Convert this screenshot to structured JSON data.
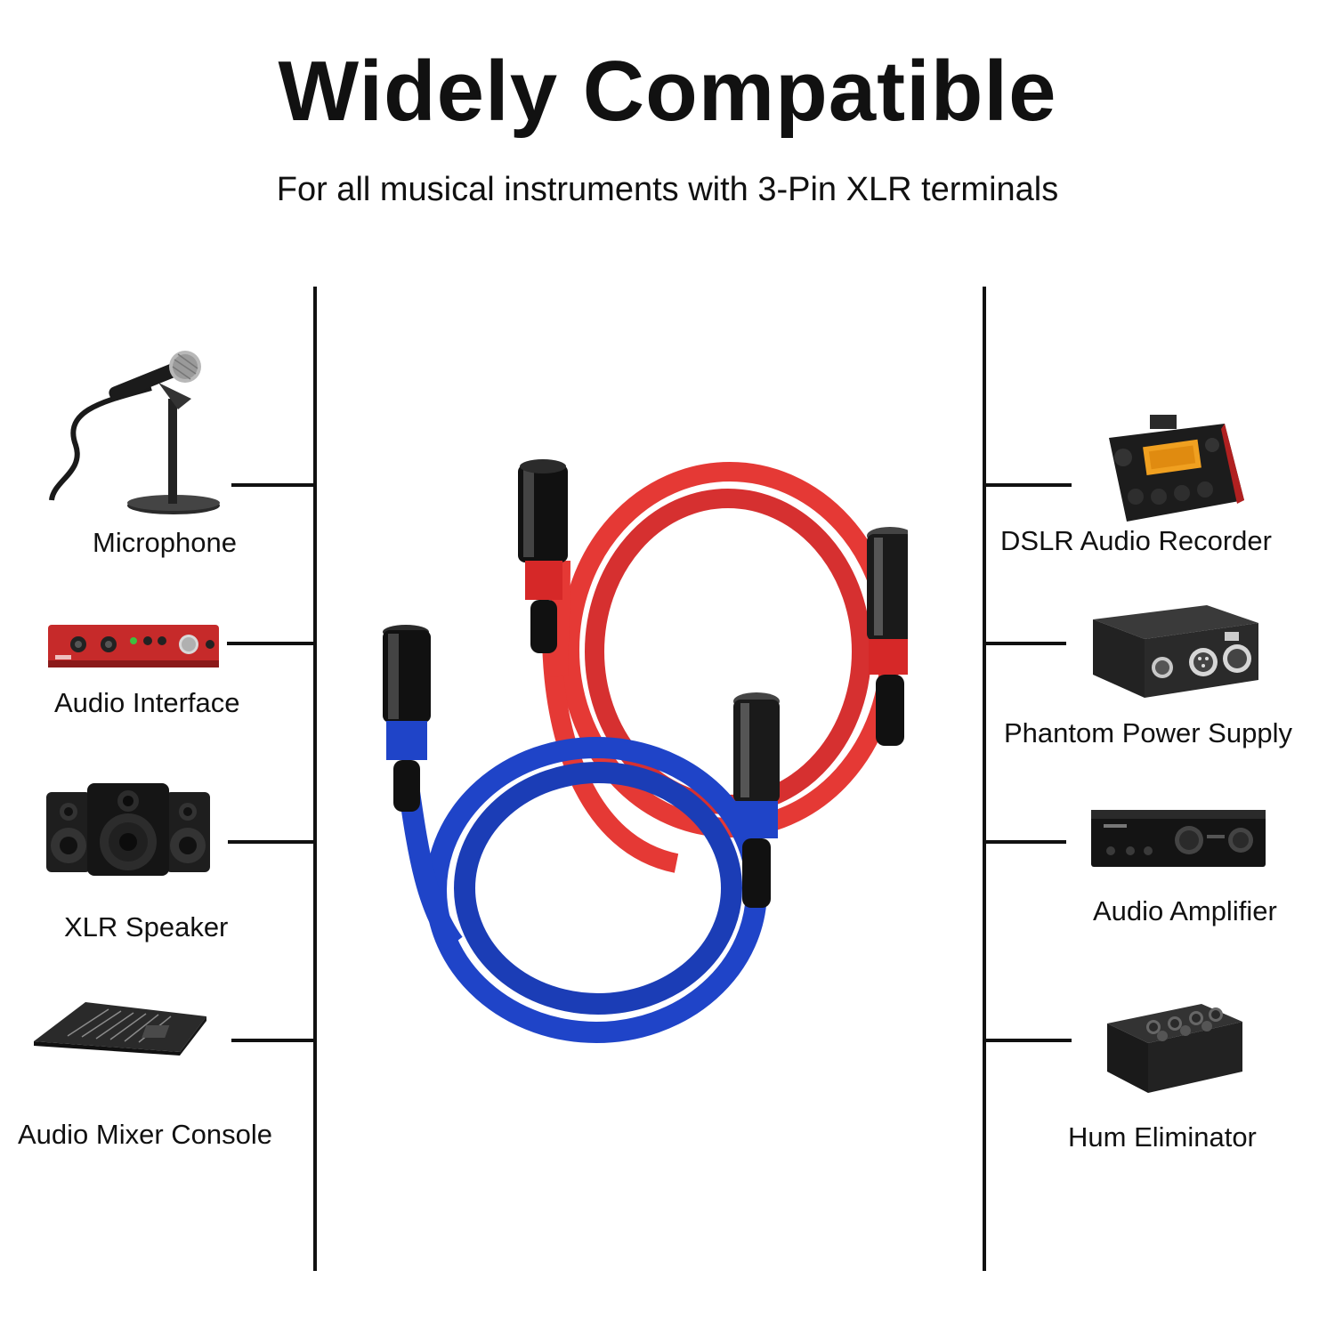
{
  "title": "Widely Compatible",
  "subtitle": "For all musical instruments with 3-Pin XLR terminals",
  "left_devices": [
    {
      "label": "Microphone",
      "icon": "microphone-icon"
    },
    {
      "label": "Audio Interface",
      "icon": "audio-interface-icon"
    },
    {
      "label": "XLR Speaker",
      "icon": "speaker-icon"
    },
    {
      "label": "Audio Mixer Console",
      "icon": "mixer-console-icon"
    }
  ],
  "right_devices": [
    {
      "label": "DSLR Audio Recorder",
      "icon": "audio-recorder-icon"
    },
    {
      "label": "Phantom Power Supply",
      "icon": "phantom-power-icon"
    },
    {
      "label": "Audio Amplifier",
      "icon": "amplifier-icon"
    },
    {
      "label": "Hum Eliminator",
      "icon": "hum-eliminator-icon"
    }
  ],
  "product": {
    "cables": [
      {
        "color_name": "red",
        "color": "#e53935"
      },
      {
        "color_name": "blue",
        "color": "#1f44c8"
      }
    ]
  }
}
